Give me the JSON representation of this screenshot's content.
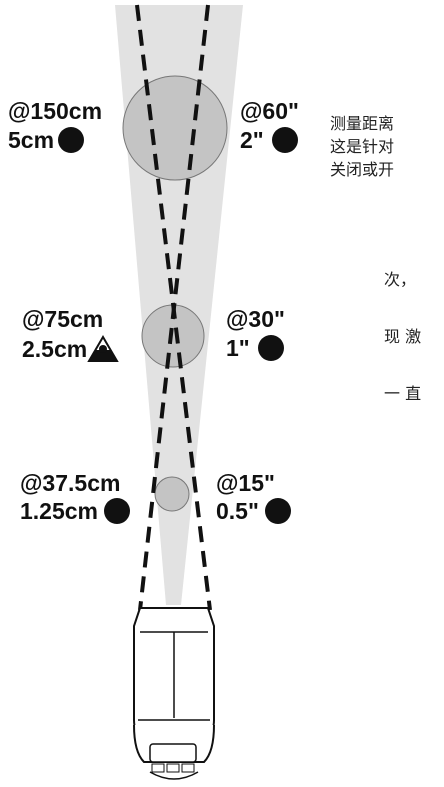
{
  "metric_labels": [
    {
      "distance": "@150cm",
      "spot": "5cm"
    },
    {
      "distance": "@75cm",
      "spot": "2.5cm"
    },
    {
      "distance": "@37.5cm",
      "spot": "1.25cm"
    }
  ],
  "imperial_labels": [
    {
      "distance": "@60\"",
      "spot": "2\""
    },
    {
      "distance": "@30\"",
      "spot": "1\""
    },
    {
      "distance": "@15\"",
      "spot": "0.5\""
    }
  ],
  "side_text": {
    "lines": [
      "测量距离",
      "这是针对",
      "关闭或开"
    ],
    "fragment_1": "次，",
    "fragment_2": "现 激",
    "fragment_3": "一 直"
  },
  "colors": {
    "beam_cone": "#e2e2e2",
    "spot_circle": "#c4c4c4",
    "ink": "#111111"
  },
  "icons": [
    "target-spot-icon",
    "laser-warning-icon",
    "thermometer-device-icon"
  ]
}
